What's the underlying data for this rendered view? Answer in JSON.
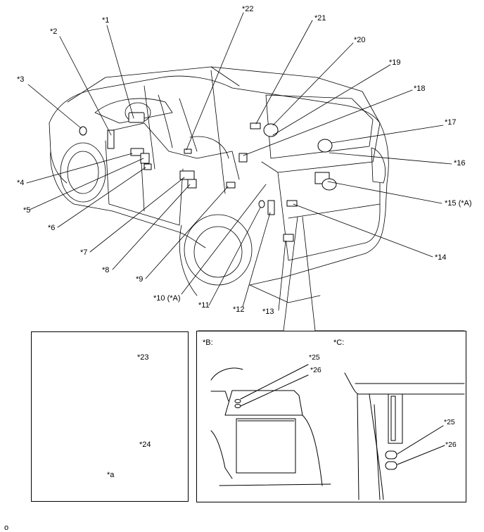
{
  "callouts": {
    "c1": "*1",
    "c2": "*2",
    "c3": "*3",
    "c4": "*4",
    "c5": "*5",
    "c6": "*6",
    "c7": "*7",
    "c8": "*8",
    "c9": "*9",
    "c10": "*10 (*A)",
    "c11": "*11",
    "c12": "*12",
    "c13": "*13",
    "c14": "*14",
    "c15": "*15 (*A)",
    "c16": "*16",
    "c17": "*17",
    "c18": "*18",
    "c19": "*19",
    "c20": "*20",
    "c21": "*21",
    "c22": "*22"
  },
  "inset_left": {
    "c23": "*23",
    "c24": "*24",
    "note": "*a"
  },
  "inset_right": {
    "view_b": "*B:",
    "view_c": "*C:",
    "b25": "*25",
    "b26": "*26",
    "c25": "*25",
    "c26": "*26"
  },
  "footer_mark": "o"
}
